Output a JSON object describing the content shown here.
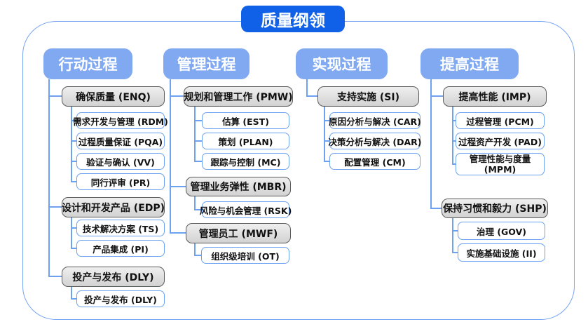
{
  "title": "质量纲领",
  "colors": {
    "title_bg": "#1161e8",
    "header_bg": "#80a9f1",
    "connector": "#6ca2ef",
    "group_border": "#5b5b5b",
    "group_bg": "#dcdcdc",
    "leaf_border": "#6ca2ef",
    "frame_border": "#76a5f2"
  },
  "columns": [
    {
      "header": "行动过程",
      "groups": [
        {
          "label": "确保质量 (ENQ)",
          "children": [
            "需求开发与管理 (RDM)",
            "过程质量保证 (PQA)",
            "验证与确认 (VV)",
            "同行评审 (PR)"
          ]
        },
        {
          "label": "设计和开发产品 (EDP)",
          "children": [
            "技术解决方案 (TS)",
            "产品集成 (PI)"
          ]
        },
        {
          "label": "投产与发布 (DLY)",
          "children": [
            "投产与发布 (DLY)"
          ]
        }
      ]
    },
    {
      "header": "管理过程",
      "groups": [
        {
          "label": "规划和管理工作 (PMW)",
          "children": [
            "估算 (EST)",
            "策划 (PLAN)",
            "跟踪与控制 (MC)"
          ]
        },
        {
          "label": "管理业务弹性 (MBR)",
          "children": [
            "风险与机会管理 (RSK)"
          ]
        },
        {
          "label": "管理员工 (MWF)",
          "children": [
            "组织级培训 (OT)"
          ]
        }
      ]
    },
    {
      "header": "实现过程",
      "groups": [
        {
          "label": "支持实施 (SI)",
          "children": [
            "原因分析与解决 (CAR)",
            "决策分析与解决 (DAR)",
            "配置管理 (CM)"
          ]
        }
      ]
    },
    {
      "header": "提高过程",
      "groups": [
        {
          "label": "提高性能 (IMP)",
          "children": [
            "过程管理 (PCM)",
            "过程资产开发 (PAD)",
            "管理性能与度量\n(MPM)"
          ]
        },
        {
          "label": "保持习惯和毅力 (SHP)",
          "children": [
            "治理 (GOV)",
            "实施基础设施 (II)"
          ]
        }
      ]
    }
  ]
}
